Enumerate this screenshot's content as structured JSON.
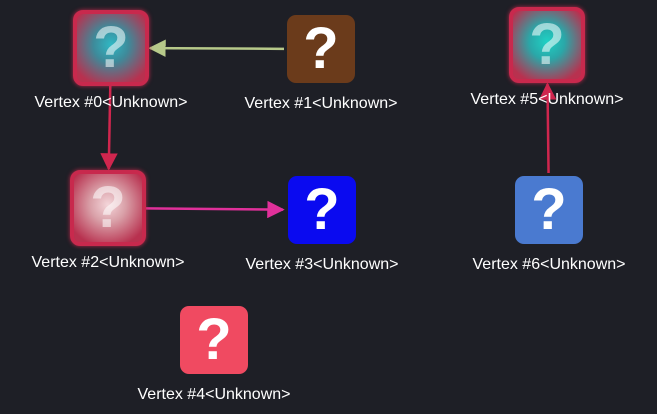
{
  "graph": {
    "background": "#1e1f26",
    "vertices": [
      {
        "id": 0,
        "label": "Vertex #0<Unknown>",
        "icon": "question-mark-icon",
        "selected": true,
        "fill": "#3e8a9a",
        "glow": "#2fb8c4"
      },
      {
        "id": 1,
        "label": "Vertex #1<Unknown>",
        "icon": "question-mark-icon",
        "selected": false,
        "fill": "#6b3b1b"
      },
      {
        "id": 2,
        "label": "Vertex #2<Unknown>",
        "icon": "question-mark-icon",
        "selected": true,
        "fill": "#d9a0a8",
        "glow": "#f4d6da"
      },
      {
        "id": 3,
        "label": "Vertex #3<Unknown>",
        "icon": "question-mark-icon",
        "selected": false,
        "fill": "#0a0af0"
      },
      {
        "id": 4,
        "label": "Vertex #4<Unknown>",
        "icon": "question-mark-icon",
        "selected": false,
        "fill": "#f04a61"
      },
      {
        "id": 5,
        "label": "Vertex #5<Unknown>",
        "icon": "question-mark-icon",
        "selected": true,
        "fill": "#2aa7a8",
        "glow": "#1fd1c4"
      },
      {
        "id": 6,
        "label": "Vertex #6<Unknown>",
        "icon": "question-mark-icon",
        "selected": false,
        "fill": "#4a7ad0"
      }
    ],
    "edges": [
      {
        "from": 1,
        "to": 0,
        "color": "#b7c98a"
      },
      {
        "from": 0,
        "to": 2,
        "color": "#d0264e"
      },
      {
        "from": 2,
        "to": 3,
        "color": "#e0309a"
      },
      {
        "from": 6,
        "to": 5,
        "color": "#d0264e"
      }
    ]
  }
}
